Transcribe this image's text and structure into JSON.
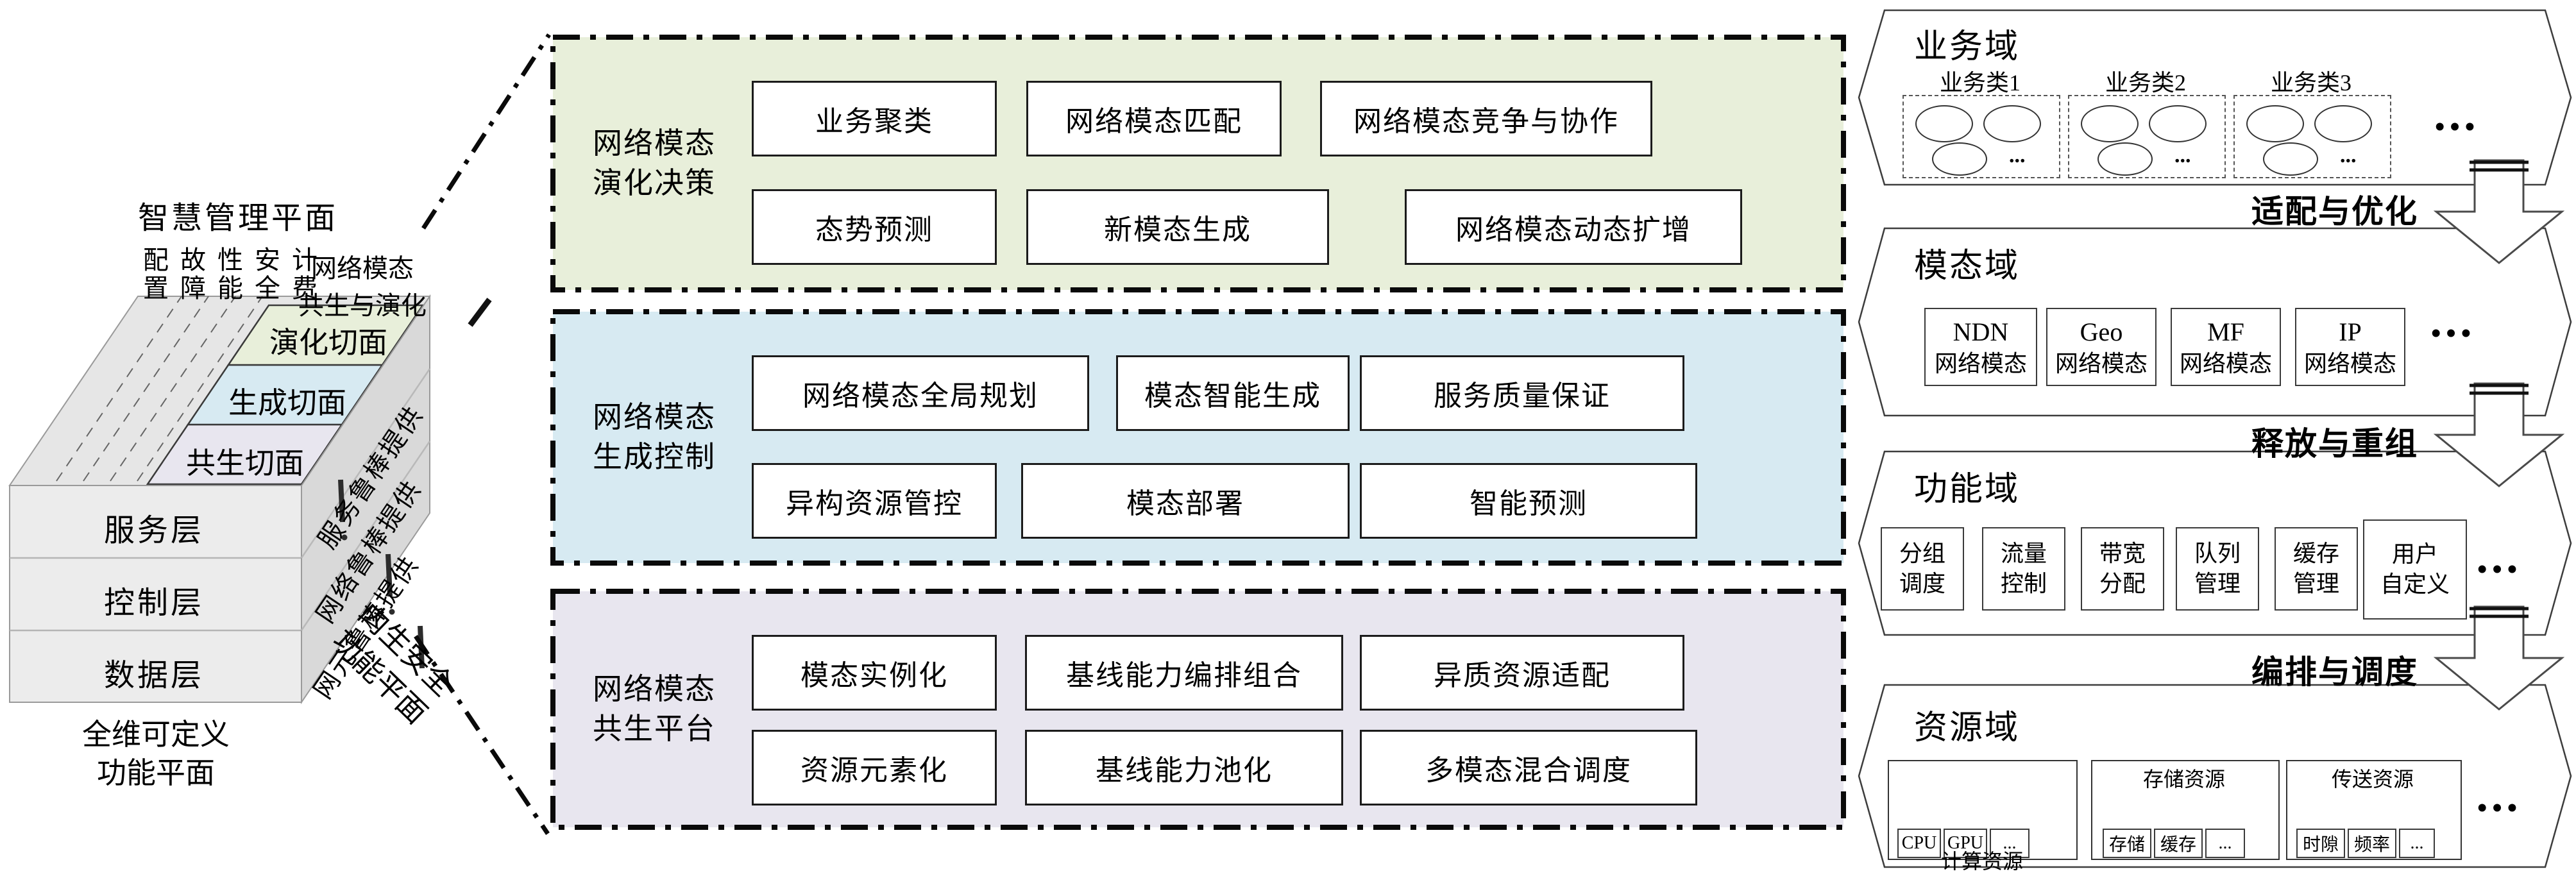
{
  "cube": {
    "management_plane": "智慧管理平面",
    "fcaps": [
      "配置",
      "故障",
      "性能",
      "安全",
      "计费"
    ],
    "evolution_axis": [
      "网络模态",
      "共生与演化"
    ],
    "slices": [
      "演化切面",
      "生成切面",
      "共生切面"
    ],
    "layers": [
      "服务层",
      "控制层",
      "数据层"
    ],
    "side_labels": [
      "服务鲁棒提供",
      "网络鲁棒提供",
      "网元鲁棒提供"
    ],
    "bottom_plane": [
      "全维可定义",
      "功能平面"
    ],
    "security_plane": [
      "内生安全",
      "功能平面"
    ]
  },
  "middle": {
    "sections": [
      {
        "label": [
          "网络模态",
          "演化决策"
        ],
        "boxes": [
          "业务聚类",
          "网络模态匹配",
          "网络模态竞争与协作",
          "态势预测",
          "新模态生成",
          "网络模态动态扩增"
        ]
      },
      {
        "label": [
          "网络模态",
          "生成控制"
        ],
        "boxes": [
          "网络模态全局规划",
          "模态智能生成",
          "服务质量保证",
          "异构资源管控",
          "模态部署",
          "智能预测"
        ]
      },
      {
        "label": [
          "网络模态",
          "共生平台"
        ],
        "boxes": [
          "模态实例化",
          "基线能力编排组合",
          "异质资源适配",
          "资源元素化",
          "基线能力池化",
          "多模态混合调度"
        ]
      }
    ]
  },
  "domains": {
    "business": {
      "title": "业务域",
      "classes": [
        "业务类1",
        "业务类2",
        "业务类3"
      ],
      "inner_ellipsis": "...",
      "ellipsis": "•••"
    },
    "modality": {
      "title": "模态域",
      "boxes": [
        [
          "NDN",
          "网络模态"
        ],
        [
          "Geo",
          "网络模态"
        ],
        [
          "MF",
          "网络模态"
        ],
        [
          "IP",
          "网络模态"
        ]
      ],
      "ellipsis": "•••"
    },
    "function": {
      "title": "功能域",
      "boxes": [
        [
          "分组",
          "调度"
        ],
        [
          "流量",
          "控制"
        ],
        [
          "带宽",
          "分配"
        ],
        [
          "队列",
          "管理"
        ],
        [
          "缓存",
          "管理"
        ],
        [
          "用户",
          "自定义"
        ]
      ],
      "ellipsis": "•••"
    },
    "resource": {
      "title": "资源域",
      "groups": [
        {
          "label": "计算资源",
          "items": [
            "CPU",
            "GPU",
            "..."
          ]
        },
        {
          "label": "存储资源",
          "items": [
            "存储",
            "缓存",
            "..."
          ]
        },
        {
          "label": "传送资源",
          "items": [
            "时隙",
            "频率",
            "..."
          ]
        }
      ],
      "ellipsis": "•••"
    }
  },
  "flows": [
    "适配与优化",
    "释放与重组",
    "编排与调度"
  ],
  "colors": {
    "evolution": "#e8efda",
    "generation": "#d7eaf2",
    "symbiosis": "#e8e6ef",
    "cube_top": "#e6e6e6",
    "cube_front": "#ececec",
    "cube_side": "#d9d9d9"
  }
}
